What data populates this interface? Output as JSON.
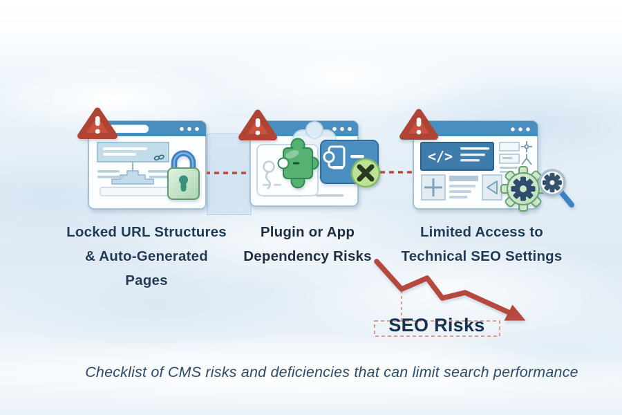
{
  "colors": {
    "warning_red": "#c8523e",
    "arrow_red": "#b5493d",
    "window_blue": "#4a8ec0",
    "code_box_blue": "#3e7cab",
    "lock_body_green": "#b2d9b8",
    "lock_shackle_blue": "#3f82c4",
    "puzzle_green": "#56b173",
    "error_badge_green": "#bce295",
    "label_navy": "#1d3a58",
    "caption_blue": "#2c4a6b"
  },
  "panels": [
    {
      "name": "locked-url-structures",
      "label_line1": "Locked URL Structures",
      "label_line2": "& Auto-Generated Pages",
      "icons": [
        "warning-icon",
        "browser-window",
        "link-icon",
        "sitemap-icon",
        "lock-icon"
      ]
    },
    {
      "name": "plugin-dependency",
      "label_line1": "Plugin or App",
      "label_line2": "Dependency Risks",
      "icons": [
        "warning-icon",
        "browser-window",
        "puzzle-icon",
        "plugin-card-icon",
        "error-x-icon"
      ]
    },
    {
      "name": "limited-technical-access",
      "label_line1": "Limited Access to",
      "label_line2": "Technical SEO Settings",
      "code_glyph": "</>",
      "icons": [
        "warning-icon",
        "browser-window",
        "code-icon",
        "sparkle-icon",
        "branch-icon",
        "plus-icon",
        "play-icon",
        "gear-icon",
        "search-gear-icon"
      ]
    }
  ],
  "seo_risks": {
    "label": "SEO Risks"
  },
  "caption": "Checklist of CMS risks and deficiencies that can limit search performance"
}
